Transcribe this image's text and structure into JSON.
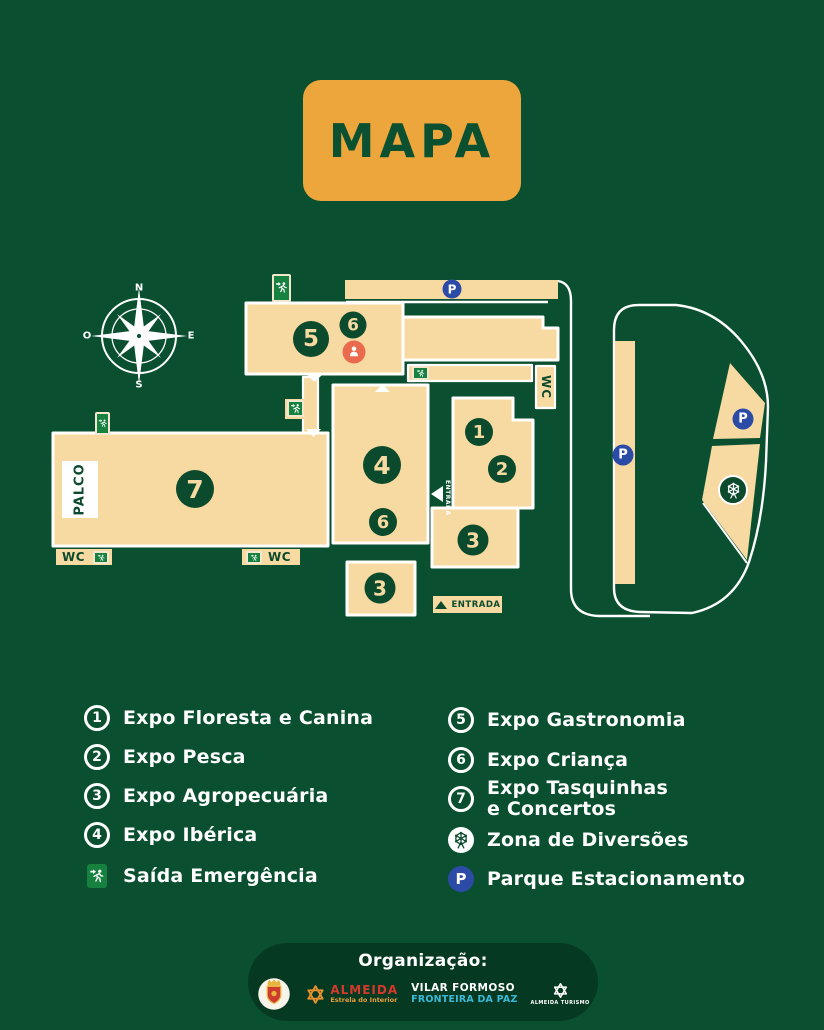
{
  "title": "MAPA",
  "compass": {
    "n": "N",
    "e": "E",
    "s": "S",
    "w": "O"
  },
  "map": {
    "palco": "PALCO",
    "wc": "WC",
    "entrada": "ENTRADA",
    "parking": "P",
    "numbers": {
      "n1": "1",
      "n2": "2",
      "n3": "3",
      "n4": "4",
      "n5": "5",
      "n6": "6",
      "n7": "7"
    }
  },
  "legend": {
    "left": [
      {
        "icon": "1",
        "label": "Expo Floresta e Canina"
      },
      {
        "icon": "2",
        "label": "Expo Pesca"
      },
      {
        "icon": "3",
        "label": "Expo Agropecuária"
      },
      {
        "icon": "4",
        "label": "Expo Ibérica"
      },
      {
        "icon": "exit",
        "label": "Saída Emergência"
      }
    ],
    "right": [
      {
        "icon": "5",
        "label": "Expo Gastronomia"
      },
      {
        "icon": "6",
        "label": "Expo Criança"
      },
      {
        "icon": "7",
        "label": "Expo Tasquinhas e Concertos"
      },
      {
        "icon": "ferris",
        "label": "Zona de Diversões"
      },
      {
        "icon": "parking",
        "label": "Parque Estacionamento"
      }
    ]
  },
  "footer": {
    "title": "Organização:",
    "almeida_name": "ALMEIDA",
    "almeida_subtitle": "Estrela do Interior",
    "vilar_line1": "VILAR FORMOSO",
    "vilar_line2": "FRONTEIRA DA PAZ",
    "turismo": "ALMEIDA TURISMO"
  },
  "colors": {
    "background": "#0A4F2F",
    "building_cream": "#F7D9A2",
    "marker_green": "#0B4A2C",
    "title_orange": "#EDA63C",
    "parking_blue": "#2C4BA6",
    "kids_red": "#EA6A4D",
    "exit_green": "#17813F",
    "footer_green": "#063922",
    "logo_cyan": "#3ABAD6",
    "logo_red": "#D4392D"
  }
}
